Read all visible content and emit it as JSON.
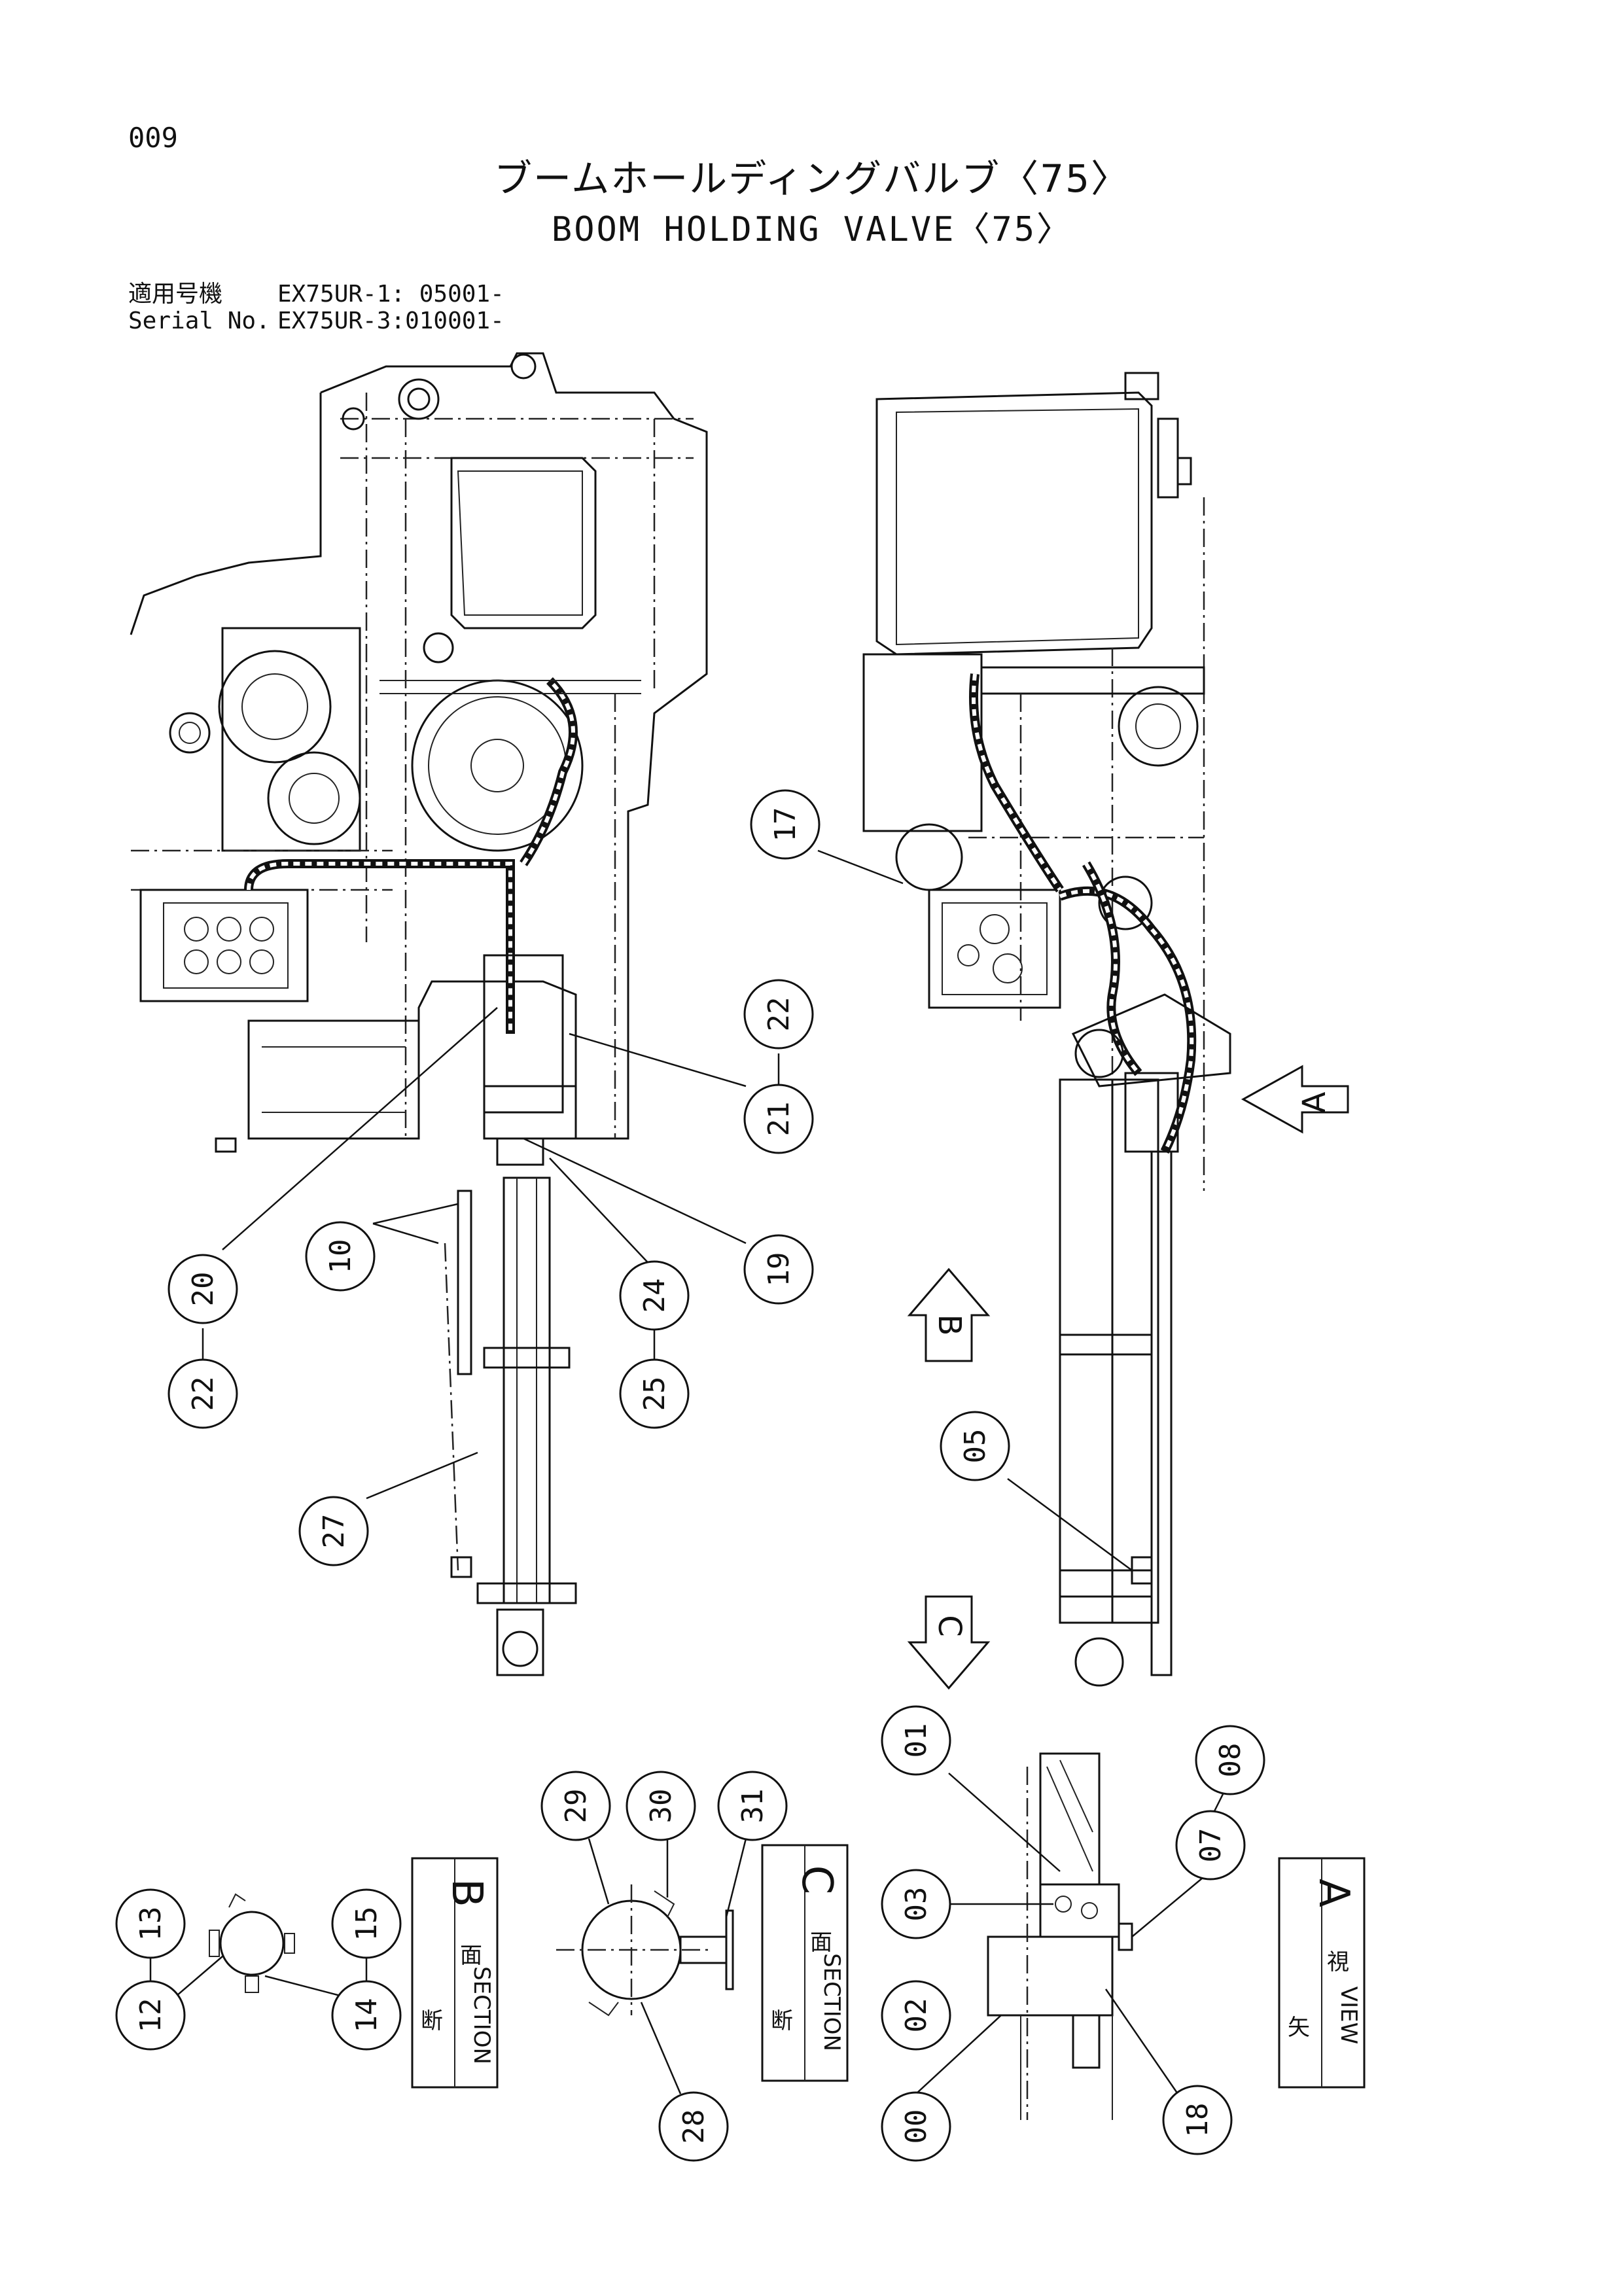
{
  "page_number": "009",
  "title_jp": "ブームホールディングバルブ〈75〉",
  "title_en": "BOOM HOLDING VALVE〈75〉",
  "serial": {
    "label_jp": "適用号機",
    "label_en": "Serial No.",
    "value_1": "EX75UR-1: 05001-",
    "value_2": "EX75UR-3:010001-"
  },
  "callouts": [
    "17",
    "22",
    "21",
    "20",
    "22",
    "10",
    "24",
    "25",
    "19",
    "27",
    "05",
    "01",
    "03",
    "02",
    "00",
    "08",
    "07",
    "18",
    "29",
    "30",
    "31",
    "28",
    "13",
    "12",
    "15",
    "14"
  ],
  "view_arrows": {
    "a": "A",
    "b": "B",
    "c": "C"
  },
  "section_labels": {
    "b": {
      "letter": "B",
      "jp_1": "断",
      "jp_2": "面",
      "en": "SECTION"
    },
    "c": {
      "letter": "C",
      "jp_1": "断",
      "jp_2": "面",
      "en": "SECTION"
    },
    "a": {
      "letter": "A",
      "jp_1": "矢",
      "jp_2": "視",
      "en": "VIEW"
    }
  }
}
